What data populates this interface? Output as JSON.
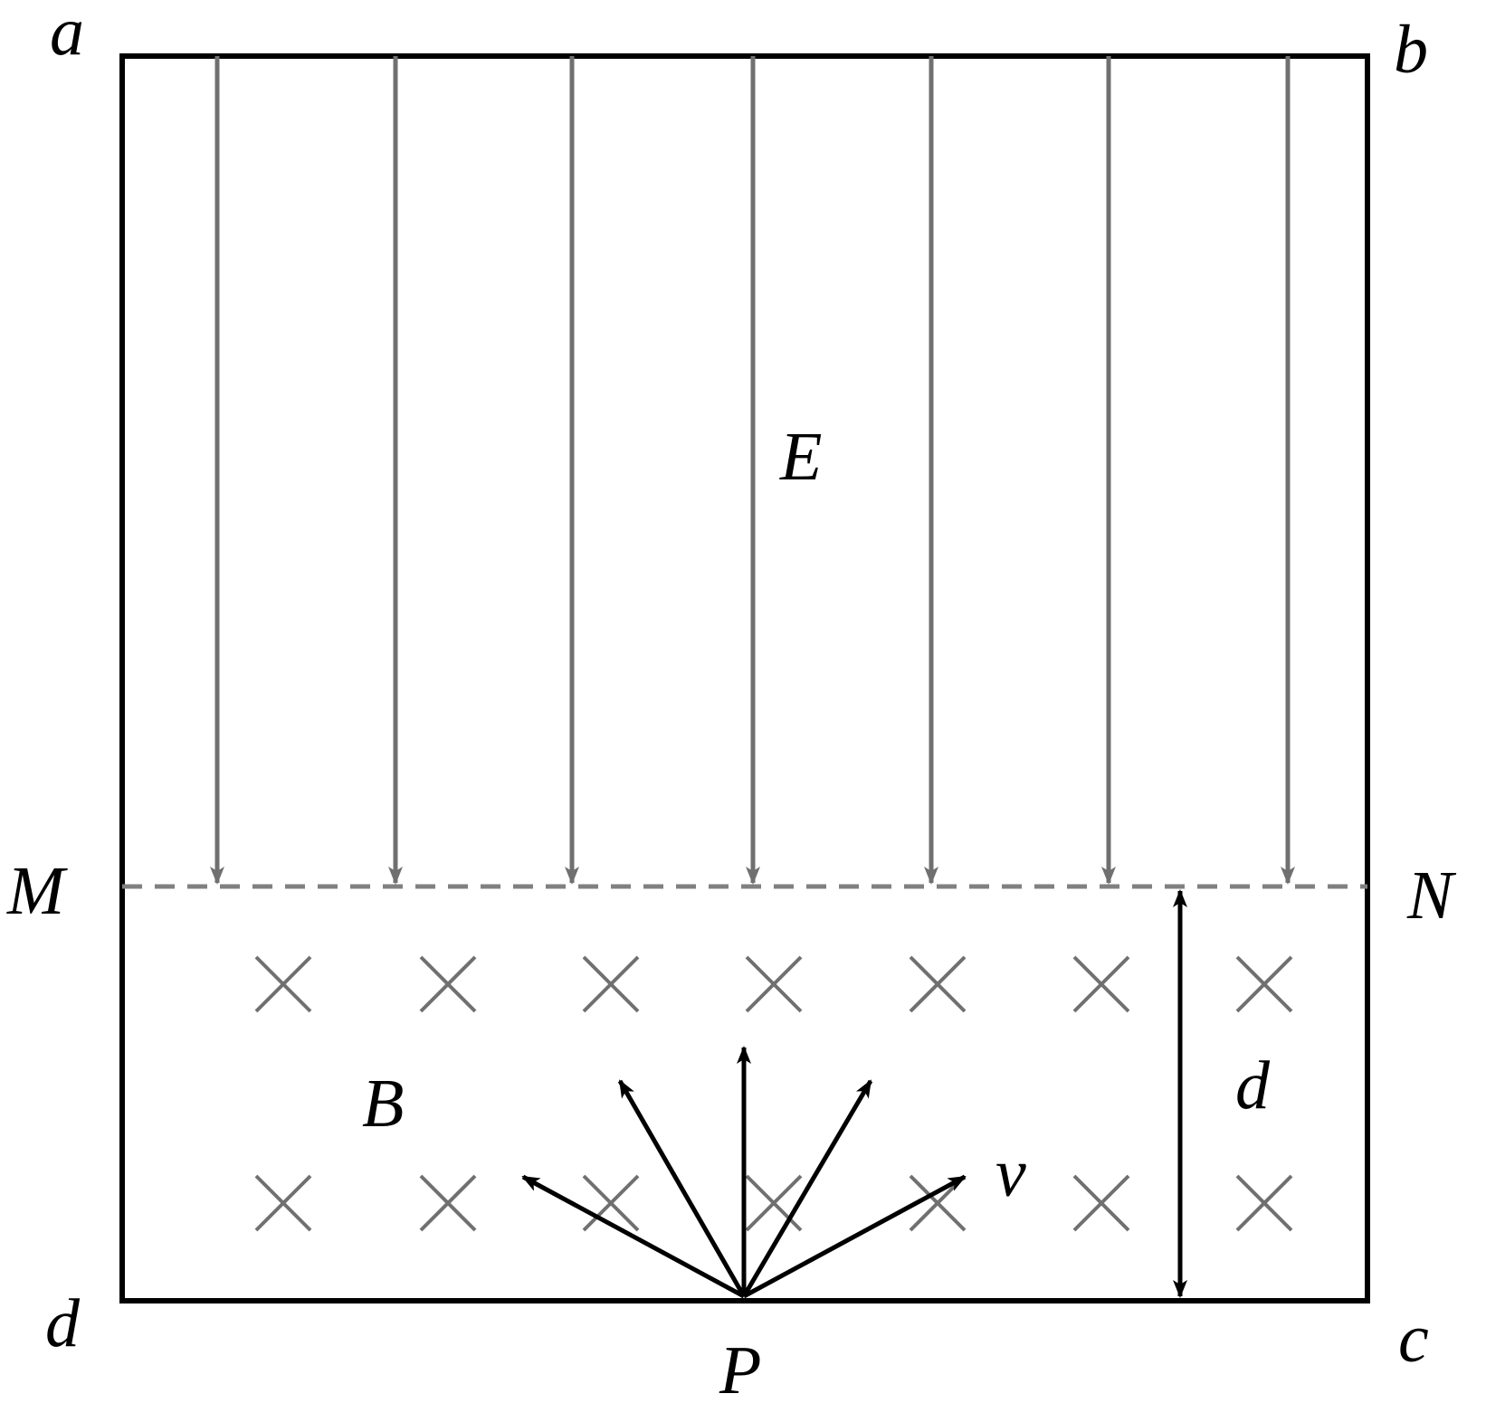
{
  "colors": {
    "frame": "#000000",
    "field_lines": "#707070",
    "boundary": "#808080",
    "b_field_marks": "#707070",
    "velocity_arrows": "#000000"
  },
  "labels": {
    "corner_a": "a",
    "corner_b": "b",
    "corner_c": "c",
    "corner_d": "d",
    "boundary_left": "M",
    "boundary_right": "N",
    "electric_field": "E",
    "magnetic_field": "B",
    "point_source": "P",
    "velocity": "v",
    "distance": "d"
  },
  "icons": {
    "b_field_symbol": "cross-into-page",
    "e_field_symbol": "down-arrow"
  }
}
